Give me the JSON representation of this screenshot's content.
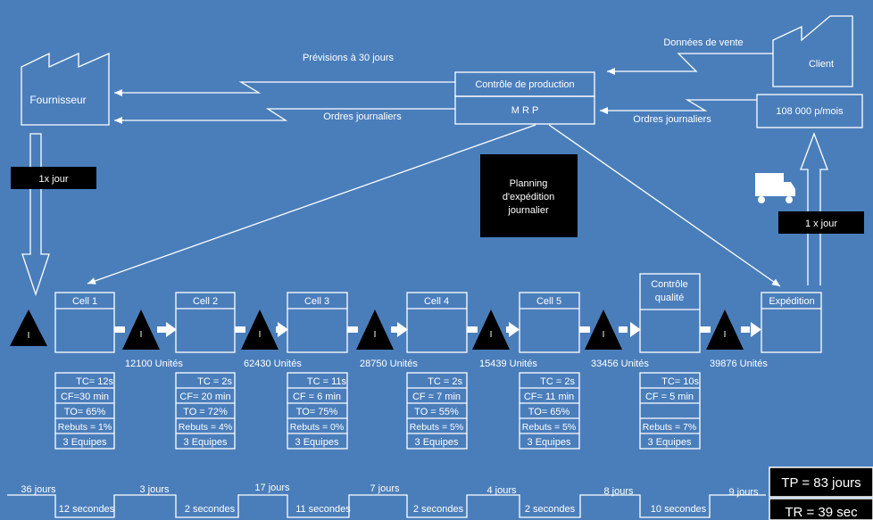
{
  "supplier": {
    "label": "Fournisseur",
    "frequency": "1x jour"
  },
  "client": {
    "label": "Client",
    "demand": "108 000 p/mois",
    "frequency": "1 x jour"
  },
  "control": {
    "title": "Contrôle de production",
    "system": "M R P"
  },
  "flows": {
    "forecast": "Prévisions à 30 jours",
    "sales_data": "Données de vente",
    "daily_orders_left": "Ordres journaliers",
    "daily_orders_right": "Ordres journaliers"
  },
  "planning_box": {
    "line1": "Planning",
    "line2": "d'expédition",
    "line3": "journalier"
  },
  "inventory_icon_label": "I",
  "processes": [
    {
      "name": "Cell 1",
      "data": [
        "TC= 12s",
        "CF=30 min",
        "TO= 65%",
        "Rebuts = 1%",
        "3 Equipes"
      ]
    },
    {
      "name": "Cell 2",
      "data": [
        "TC = 2s",
        "CF= 20 min",
        "TO = 72%",
        "Rebuts = 4%",
        "3 Equipes"
      ]
    },
    {
      "name": "Cell 3",
      "data": [
        "TC = 11s",
        "CF = 6 min",
        "TO= 75%",
        "Rebuts = 0%",
        "3 Equipes"
      ]
    },
    {
      "name": "Cell 4",
      "data": [
        "TC = 2s",
        "CF = 7 min",
        "TO = 55%",
        "Rebuts = 5%",
        "3 Equipes"
      ]
    },
    {
      "name": "Cell 5",
      "data": [
        "TC = 2s",
        "CF= 11 min",
        "TO= 65%",
        "Rebuts = 5%",
        "3 Equipes"
      ]
    },
    {
      "name_line1": "Contrôle",
      "name_line2": "qualité",
      "data": [
        "TC= 10s",
        "CF = 5 min",
        "",
        "Rebuts = 7%",
        "3 Equipes"
      ]
    },
    {
      "name": "Expédition"
    }
  ],
  "inventories": [
    "12100 Unités",
    "62430 Unités",
    "28750 Unités",
    "15439 Unités",
    "33456 Unités",
    "39876 Unités"
  ],
  "timeline": {
    "days": [
      "36 jours",
      "3 jours",
      "17 jours",
      "7 jours",
      "4 jours",
      "8 jours",
      "9 jours"
    ],
    "seconds": [
      "12 secondes",
      "2 secondes",
      "11 secondes",
      "2 secondes",
      "2 secondes",
      "10 secondes"
    ]
  },
  "totals": {
    "tp": "TP = 83 jours",
    "tr": "TR = 39 sec"
  },
  "colors": {
    "background": "#4a7ebb",
    "lines": "#ffffff",
    "dark_box": "#000000"
  }
}
